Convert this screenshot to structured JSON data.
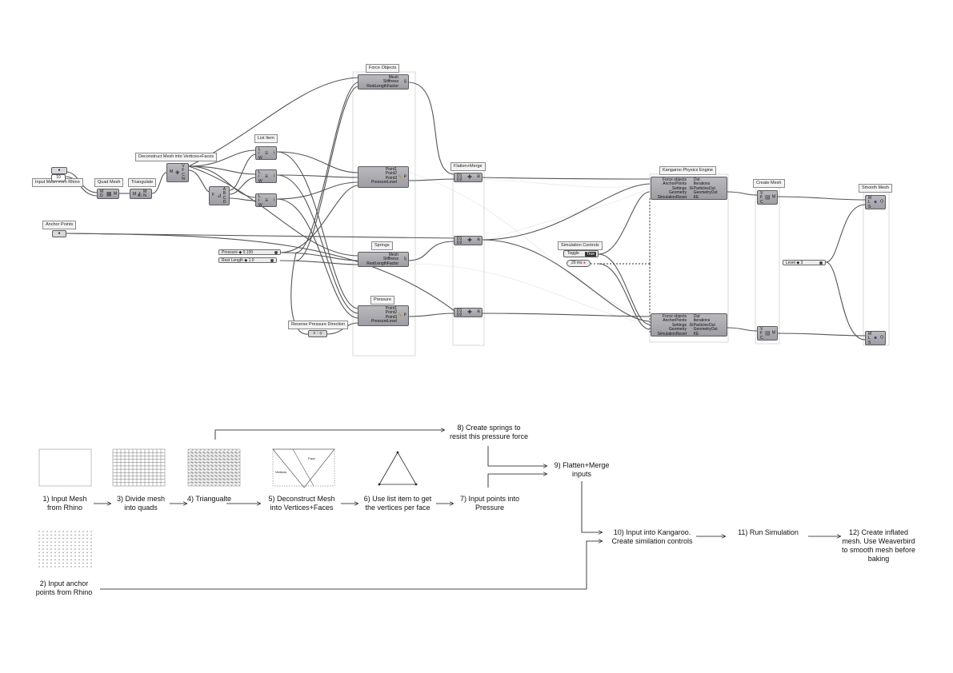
{
  "groups": {
    "input_mesh": "Input Mesh from Rhino",
    "quad_mesh": "Quad Mesh",
    "triangulate": "Triangulate",
    "deconstruct": "Deconstruct Mesh into Vertices+Faces",
    "list_item": "List Item",
    "anchor_points": "Anchor Points",
    "force_objects": "Force Objects",
    "flatten_merge": "Flatten+Merge",
    "kangaroo": "Kangaroo Physics Engine",
    "create_mesh": "Create Mesh",
    "smooth_mesh": "Smooth Mesh",
    "simulation_controls": "Simulation Controls",
    "springs": "Springs",
    "pressure": "Pressure",
    "reverse_pressure": "Reverse Pressure Direction"
  },
  "params": {
    "mesh_count": "10",
    "toggle_label": "Toggle",
    "toggle_value": "True",
    "timer_value": "20 ms",
    "expression": "x  ·  -y"
  },
  "sliders": {
    "pressure": "Pressure  ◆ 0.100",
    "rest_length": "Rest Length  ◆ 1.0",
    "level": "Level  ◆ 3"
  },
  "components": {
    "force_mesh_inputs": "Mesh\nStiffness\nRestLengthFactor",
    "springs_inputs": "Mesh\nStiffness\nRestLengthFactor",
    "pressure_inputs_a": "Point1\nPoint2\nPoint3\nPressureLevel",
    "pressure_inputs_b": "Point1\nPoint2\nPoint3\nPressureLevel",
    "kangaroo_inputs": "Force objects\nAnchorPoints\nSettings\nGeometry\nSimulationReset",
    "kangaroo_outputs": "Out\nIterations\nParticlesOut\nGeometryOut\nKE",
    "merge_inputs": "D1\nD2",
    "list_item_inputs": "L\ni\nW",
    "decon_outputs": "V\nF\nC\nN",
    "face_outputs": "A\nB\nC\nD",
    "smooth_inputs": "M\nL\nS",
    "create_mesh_inputs": "V\nF\nC",
    "quad_inputs": "M\nD",
    "tri_inputs": "M\nN"
  },
  "flow": {
    "step1": "1) Input Mesh\nfrom Rhino",
    "step2": "2) Input anchor\npoints from Rhino",
    "step3": "3) Divide mesh\ninto quads",
    "step4": "4) Triangualte",
    "step5": "5) Deconstruct Mesh\ninto Vertices+Faces",
    "step6": "6) Use list item to get\nthe vertices per face",
    "step7": "7) Input points into\nPressure",
    "step8": "8) Create springs to\nresist this pressure force",
    "step9": "9) Flatten+Merge\ninputs",
    "step10": "10) Input into Kangaroo.\nCreate similation controls",
    "step11": "11) Run Simulation",
    "step12": "12) Create inflated\nmesh. Use Weaverbird\nto smooth mesh before\nbaking",
    "thumb_face_label": "Face",
    "thumb_vertex_label": "Vertices"
  }
}
